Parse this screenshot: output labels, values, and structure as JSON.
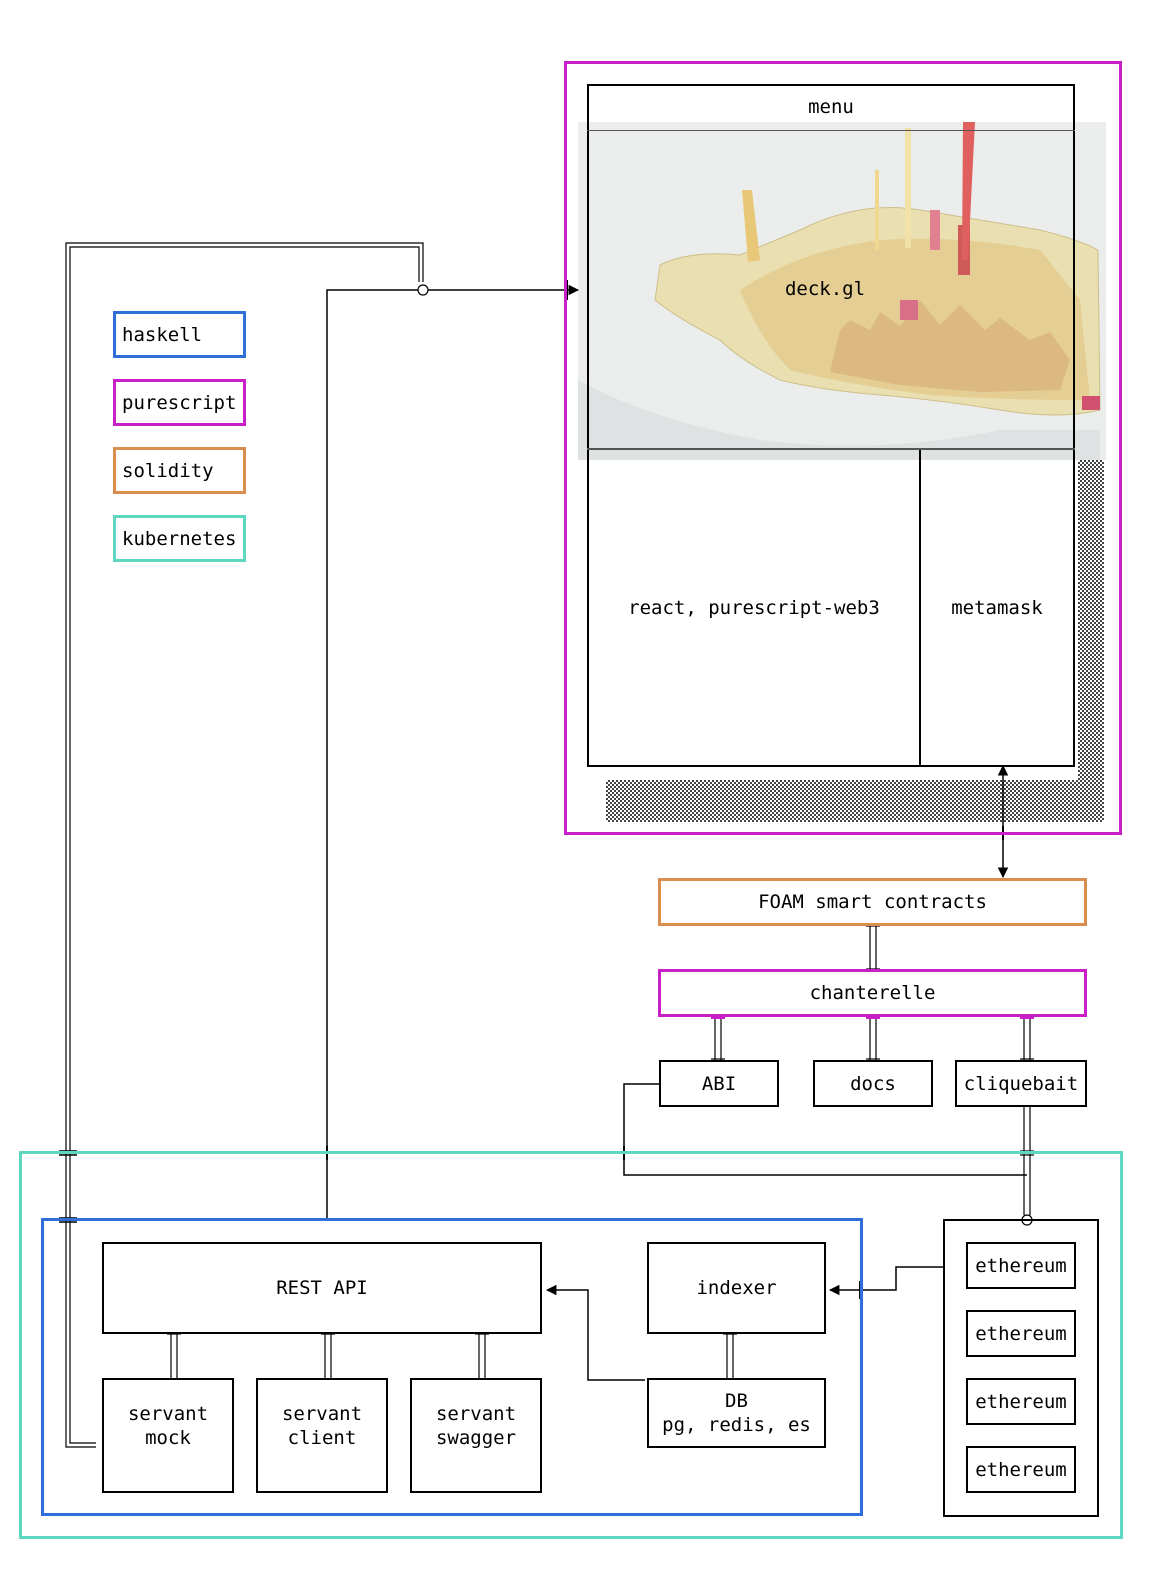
{
  "legend": [
    {
      "label": "haskell",
      "color": "#2f6fd8"
    },
    {
      "label": "purescript",
      "color": "#c81fc8"
    },
    {
      "label": "solidity",
      "color": "#d98d4f"
    },
    {
      "label": "kubernetes",
      "color": "#5fd6c0"
    }
  ],
  "frontend": {
    "menu": "menu",
    "map": "deck.gl",
    "react": "react, purescript-web3",
    "metamask": "metamask"
  },
  "contracts": {
    "foam": "FOAM smart contracts",
    "chanterelle": "chanterelle",
    "abi": "ABI",
    "docs": "docs",
    "cliquebait": "cliquebait"
  },
  "backend": {
    "rest_api": "REST API",
    "indexer": "indexer",
    "db": "DB\npg, redis, es",
    "servant_mock": "servant\nmock",
    "servant_client": "servant\nclient",
    "servant_swagger": "servant\nswagger"
  },
  "nodes": [
    "ethereum",
    "ethereum",
    "ethereum",
    "ethereum"
  ]
}
